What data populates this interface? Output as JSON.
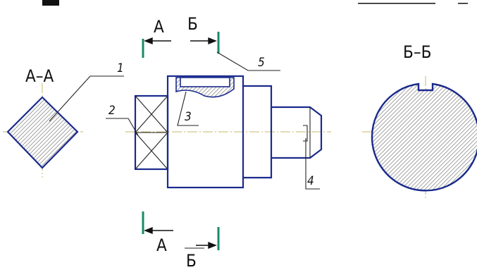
{
  "labels": {
    "section_aa": "А–А",
    "section_bb": "Б–Б",
    "cut_a_top": "А",
    "cut_b_top": "Б",
    "cut_a_bottom": "А",
    "cut_b_bottom": "Б"
  },
  "callouts": {
    "n1": "1",
    "n2": "2",
    "n3": "3",
    "n4": "4",
    "n5": "5"
  },
  "colors": {
    "outline": "#1a2a8c",
    "cutting_plane": "#1a8a6a",
    "axis": "#c8b46a",
    "hatch": "#7a7a7a"
  }
}
